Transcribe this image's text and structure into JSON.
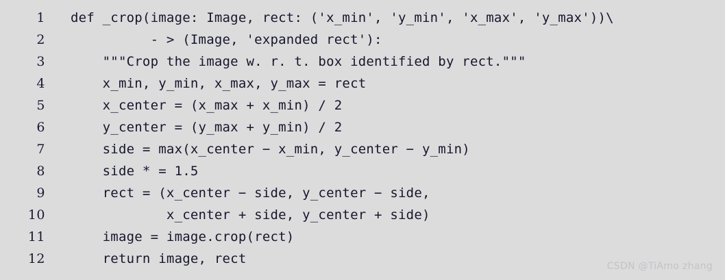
{
  "figure": {
    "background_color": "#dcdcdd",
    "text_color": "#16162c",
    "line_number_color": "#1b1b33",
    "language": "python"
  },
  "code": {
    "lines": [
      {
        "number": "1",
        "text": "def _crop(image: Image, rect: ('x_min', 'y_min', 'x_max', 'y_max'))\\"
      },
      {
        "number": "2",
        "text": "          - > (Image, 'expanded rect'):"
      },
      {
        "number": "3",
        "text": "    \"\"\"Crop the image w. r. t. box identified by rect.\"\"\""
      },
      {
        "number": "4",
        "text": "    x_min, y_min, x_max, y_max = rect"
      },
      {
        "number": "5",
        "text": "    x_center = (x_max + x_min) / 2"
      },
      {
        "number": "6",
        "text": "    y_center = (y_max + y_min) / 2"
      },
      {
        "number": "7",
        "text": "    side = max(x_center − x_min, y_center − y_min)"
      },
      {
        "number": "8",
        "text": "    side * = 1.5"
      },
      {
        "number": "9",
        "text": "    rect = (x_center − side, y_center − side,"
      },
      {
        "number": "10",
        "text": "            x_center + side, y_center + side)"
      },
      {
        "number": "11",
        "text": "    image = image.crop(rect)"
      },
      {
        "number": "12",
        "text": "    return image, rect"
      }
    ]
  },
  "watermark": {
    "text": "CSDN @TiAmo zhang",
    "color": "#c3c3c6"
  }
}
